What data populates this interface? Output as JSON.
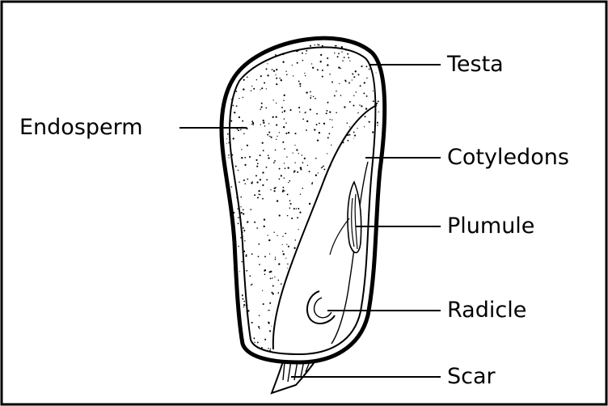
{
  "labels": {
    "testa": "Testa",
    "endosperm": "Endosperm",
    "cotyledons": "Cotyledons",
    "plumule": "Plumule",
    "radicle": "Radicle",
    "scar": "Scar"
  },
  "colors": {
    "ink": "#000000",
    "background": "#ffffff",
    "embryo": "#f4f4f4"
  }
}
